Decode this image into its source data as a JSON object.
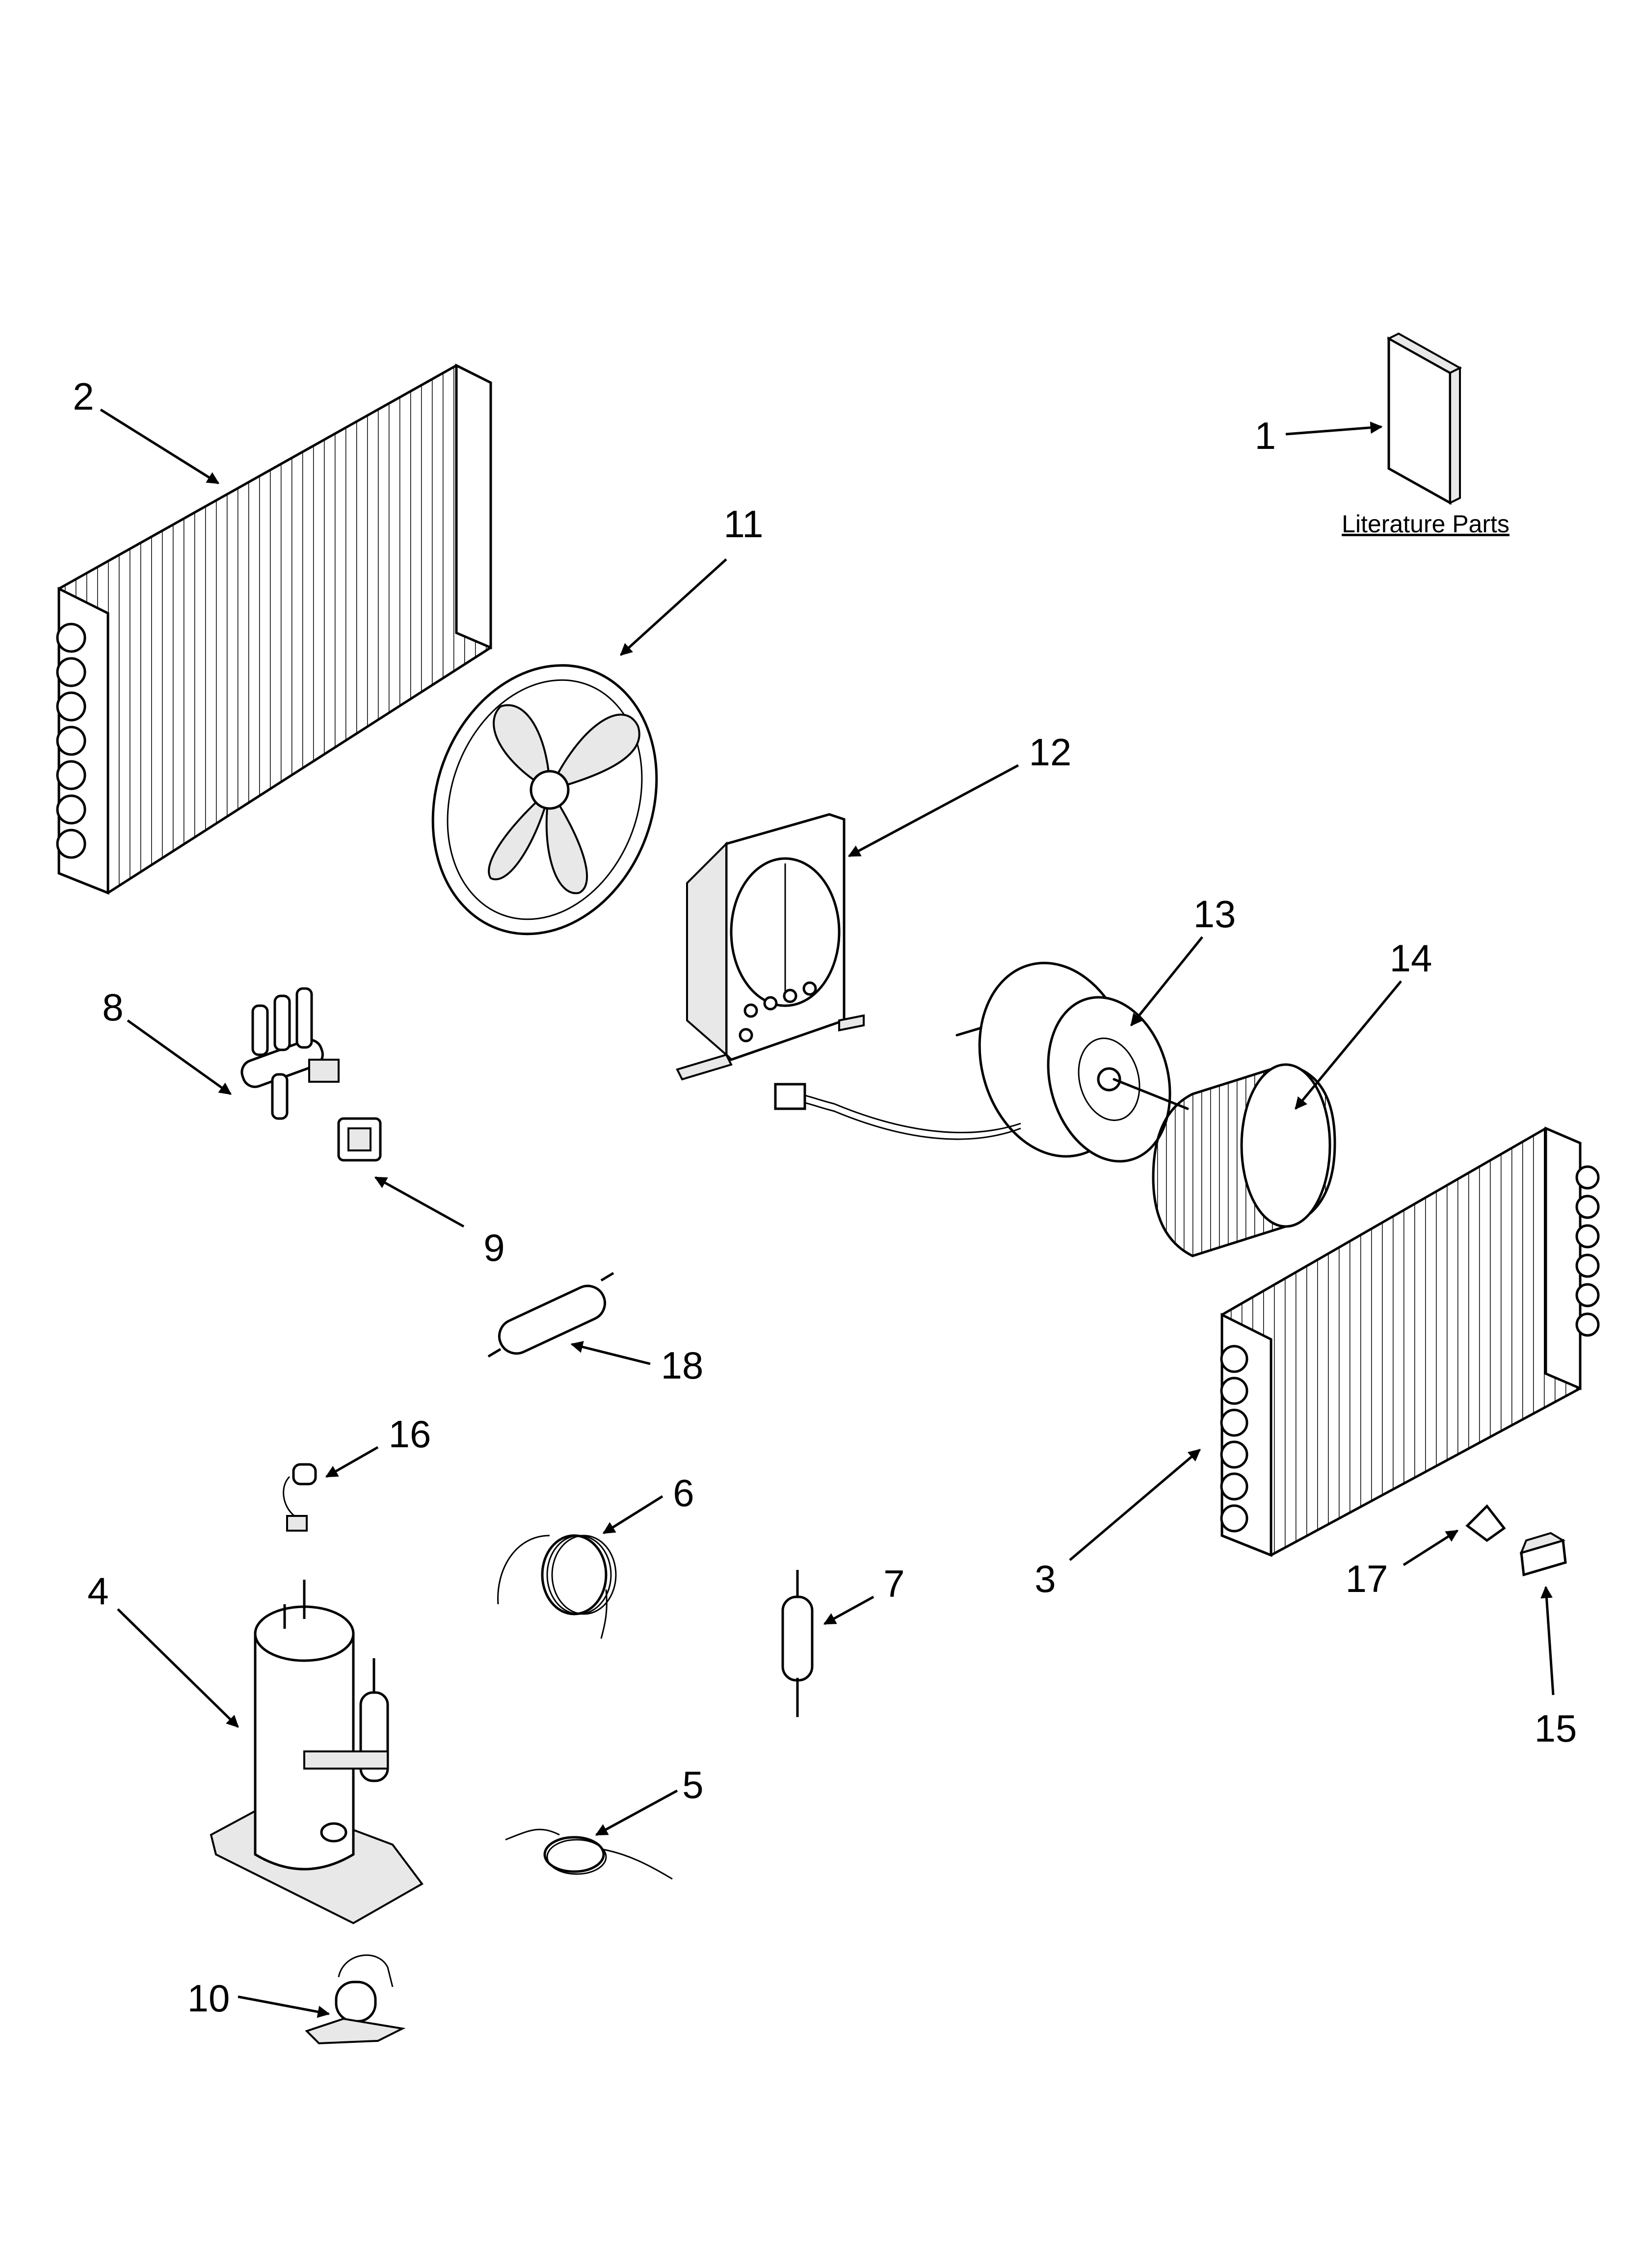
{
  "literature_caption": "Literature Parts",
  "callouts": [
    {
      "id": "1",
      "label": "1"
    },
    {
      "id": "2",
      "label": "2"
    },
    {
      "id": "3",
      "label": "3"
    },
    {
      "id": "4",
      "label": "4"
    },
    {
      "id": "5",
      "label": "5"
    },
    {
      "id": "6",
      "label": "6"
    },
    {
      "id": "7",
      "label": "7"
    },
    {
      "id": "8",
      "label": "8"
    },
    {
      "id": "9",
      "label": "9"
    },
    {
      "id": "10",
      "label": "10"
    },
    {
      "id": "11",
      "label": "11"
    },
    {
      "id": "12",
      "label": "12"
    },
    {
      "id": "13",
      "label": "13"
    },
    {
      "id": "14",
      "label": "14"
    },
    {
      "id": "15",
      "label": "15"
    },
    {
      "id": "16",
      "label": "16"
    },
    {
      "id": "17",
      "label": "17"
    },
    {
      "id": "18",
      "label": "18"
    }
  ]
}
